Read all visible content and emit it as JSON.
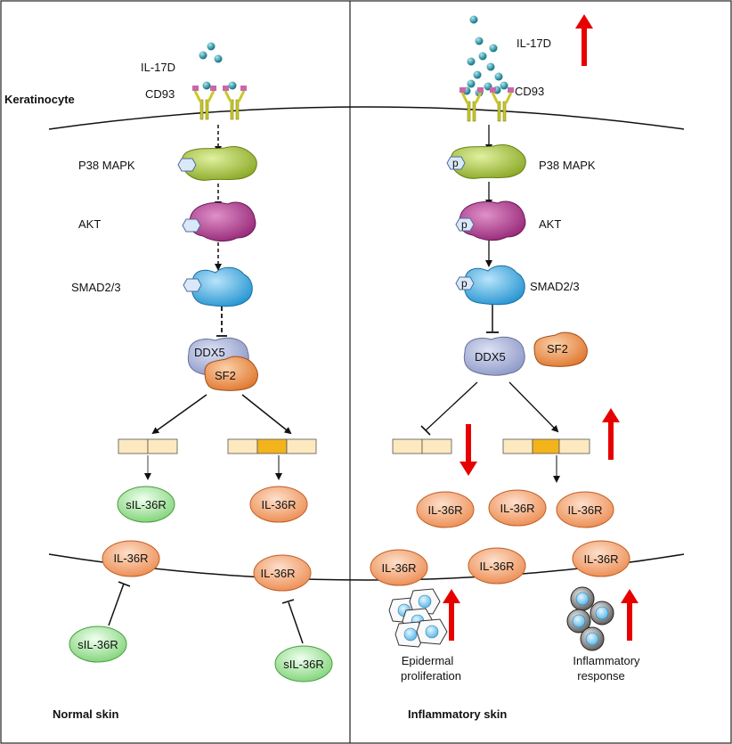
{
  "left_panel": {
    "cell_label": "Keratinocyte",
    "ligand_label": "IL-17D",
    "receptor_label": "CD93",
    "kinase1_label": "P38 MAPK",
    "kinase2_label": "AKT",
    "smad_label": "SMAD2/3",
    "ddx5_label": "DDX5",
    "sf2_label": "SF2",
    "soluble_label_1": "sIL-36R",
    "membrane_label_1": "IL-36R",
    "soluble_label_2": "sIL-36R",
    "membrane_label_2": "IL-36R",
    "membrane_label_3": "IL-36R",
    "footer": "Normal skin"
  },
  "right_panel": {
    "ligand_label": "IL-17D",
    "receptor_label": "CD93",
    "kinase1_label": "P38 MAPK",
    "kinase2_label": "AKT",
    "smad_label": "SMAD2/3",
    "ddx5_label": "DDX5",
    "sf2_label": "SF2",
    "phospho": "p",
    "cyto_receptor_labels": [
      "IL-36R",
      "IL-36R",
      "IL-36R"
    ],
    "membrane_receptor_labels": [
      "IL-36R",
      "IL-36R",
      "IL-36R"
    ],
    "outcome1_line1": "Epidermal",
    "outcome1_line2": "proliferation",
    "outcome2_line1": "Inflammatory",
    "outcome2_line2": "response",
    "footer": "Inflammatory skin"
  },
  "colors": {
    "ligand": "#1b8fa0",
    "receptor_yellow": "#c8c828",
    "receptor_pink": "#c060a0",
    "kinase_green": "#b2c83c",
    "akt_magenta": "#b43c8c",
    "smad_blue": "#5ab4e6",
    "ddx5_lavender": "#aab4dc",
    "sf2_orange": "#f0a064",
    "il36r_orange": "#f4a070",
    "sil36r_green": "#a8e6a0",
    "exon_light": "#fde9bf",
    "exon_dark": "#f2b41a",
    "arrow_red": "#e60000"
  }
}
